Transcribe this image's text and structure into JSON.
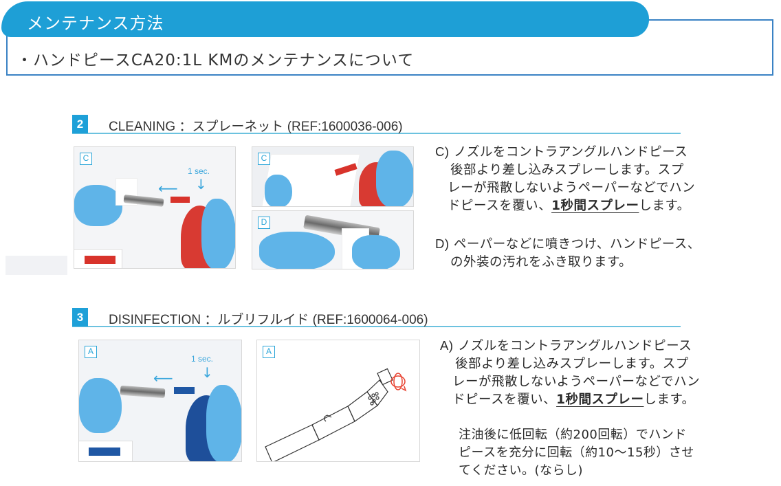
{
  "header": {
    "title": "メンテナンス方法",
    "subtitle": "・ハンドピースCA20:1L KMのメンテナンスについて",
    "banner_color": "#1e9fd6",
    "box_border_color": "#3a82c4"
  },
  "sections": [
    {
      "number": "2",
      "title": "CLEANING ：スプレーネット (REF:1600036-006)",
      "images": [
        {
          "tag": "C",
          "label": "1 sec.",
          "description": "Spray can (red) nozzle inserted into rear of contra-angle handpiece held in gloved hand, covered by paper",
          "nozzle_color": "#d8332b"
        },
        {
          "tag": "C",
          "description": "Red spray can spraying through paper"
        },
        {
          "tag": "D",
          "description": "Wiping handpiece exterior with paper"
        }
      ],
      "instructions": [
        {
          "label": "C)",
          "lines": [
            "ノズルをコントラアングルハンドピース",
            "後部より差し込みスプレーします。スプ",
            "レーが飛散しないようペーパーなどでハン"
          ],
          "last_line_prefix": "ドピースを覆い、",
          "emphasis": "1秒間スプレー",
          "last_line_suffix": "します。"
        },
        {
          "label": "D)",
          "lines": [
            "ペーパーなどに噴きつけ、ハンドピース、",
            "の外装の汚れをふき取ります。"
          ]
        }
      ]
    },
    {
      "number": "3",
      "title": "DISINFECTION ：ルブリフルイド (REF:1600064-006)",
      "images": [
        {
          "tag": "A",
          "label": "1 sec.",
          "description": "Blue spray can nozzle inserted into rear of handpiece held in gloved hand",
          "nozzle_color": "#1f57a4"
        },
        {
          "tag": "A",
          "description": "Line drawing of contra-angle handpiece with rotating head (red rotation arrows)"
        }
      ],
      "instructions": [
        {
          "label": "A)",
          "lines": [
            "ノズルをコントラアングルハンドピース",
            "後部より差し込みスプレーします。スプ",
            "レーが飛散しないようペーパーなどでハン"
          ],
          "last_line_prefix": "ドピースを覆い、",
          "emphasis": "1秒間スプレー",
          "last_line_suffix": "します。"
        }
      ],
      "note_lines": [
        "注油後に低回転（約200回転）でハンド",
        "ピースを充分に回転（約10～15秒）させ",
        "てください。(ならし)"
      ]
    }
  ],
  "colors": {
    "accent": "#1ea0d8",
    "rule": "#6cc2df",
    "glove": "#5fb4e8",
    "red_spray": "#d83a32",
    "blue_spray": "#1e4f9a"
  }
}
